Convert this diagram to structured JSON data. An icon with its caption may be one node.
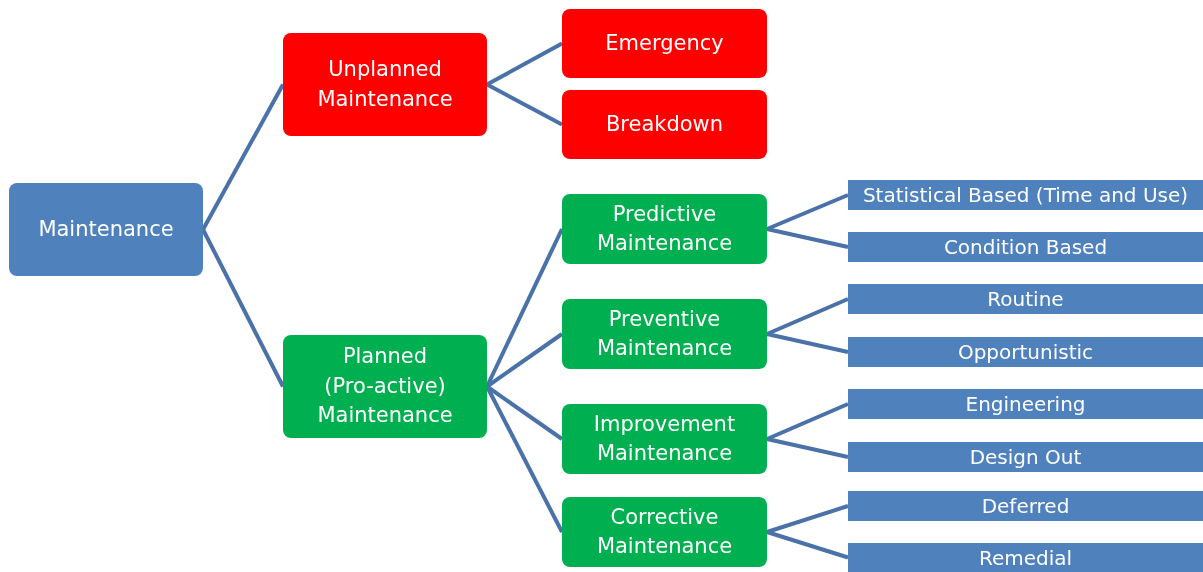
{
  "diagram": {
    "nodes": [
      {
        "text": [
          "Maintenance"
        ]
      },
      {
        "text": [
          "Unplanned Maintenance"
        ]
      },
      {
        "text": [
          "Emergency"
        ]
      },
      {
        "text": [
          "Breakdown"
        ]
      },
      {
        "text": [
          "Planned (Pro-active) Maintenance"
        ]
      },
      {
        "text": [
          "Predictive Maintenance"
        ]
      },
      {
        "text": [
          "Statistical Based (Time and Use)"
        ]
      },
      {
        "text": [
          "Condition Based"
        ]
      },
      {
        "text": [
          "Preventive Maintenance"
        ]
      },
      {
        "text": [
          "Routine"
        ]
      },
      {
        "text": [
          "Opportunistic"
        ]
      },
      {
        "text": [
          "Improvement Maintenance"
        ]
      },
      {
        "text": [
          "Engineering"
        ]
      },
      {
        "text": [
          "Design Out"
        ]
      },
      {
        "text": [
          "Corrective Maintenance"
        ]
      },
      {
        "text": [
          "Deferred"
        ]
      },
      {
        "text": [
          "Remedial"
        ]
      }
    ],
    "edges": [
      {
        "from": 0,
        "to": 1,
        "arrow": "none"
      },
      {
        "from": 0,
        "to": 4,
        "arrow": "none"
      },
      {
        "from": 1,
        "to": 2,
        "arrow": "none"
      },
      {
        "from": 1,
        "to": 3,
        "arrow": "none"
      },
      {
        "from": 4,
        "to": 5,
        "arrow": "none"
      },
      {
        "from": 4,
        "to": 8,
        "arrow": "none"
      },
      {
        "from": 4,
        "to": 11,
        "arrow": "none"
      },
      {
        "from": 4,
        "to": 14,
        "arrow": "none"
      },
      {
        "from": 5,
        "to": 6,
        "arrow": "none"
      },
      {
        "from": 5,
        "to": 7,
        "arrow": "none"
      },
      {
        "from": 8,
        "to": 9,
        "arrow": "none"
      },
      {
        "from": 8,
        "to": 10,
        "arrow": "none"
      },
      {
        "from": 11,
        "to": 12,
        "arrow": "none"
      },
      {
        "from": 11,
        "to": 13,
        "arrow": "none"
      },
      {
        "from": 14,
        "to": 15,
        "arrow": "none"
      },
      {
        "from": 14,
        "to": 16,
        "arrow": "none"
      }
    ]
  }
}
